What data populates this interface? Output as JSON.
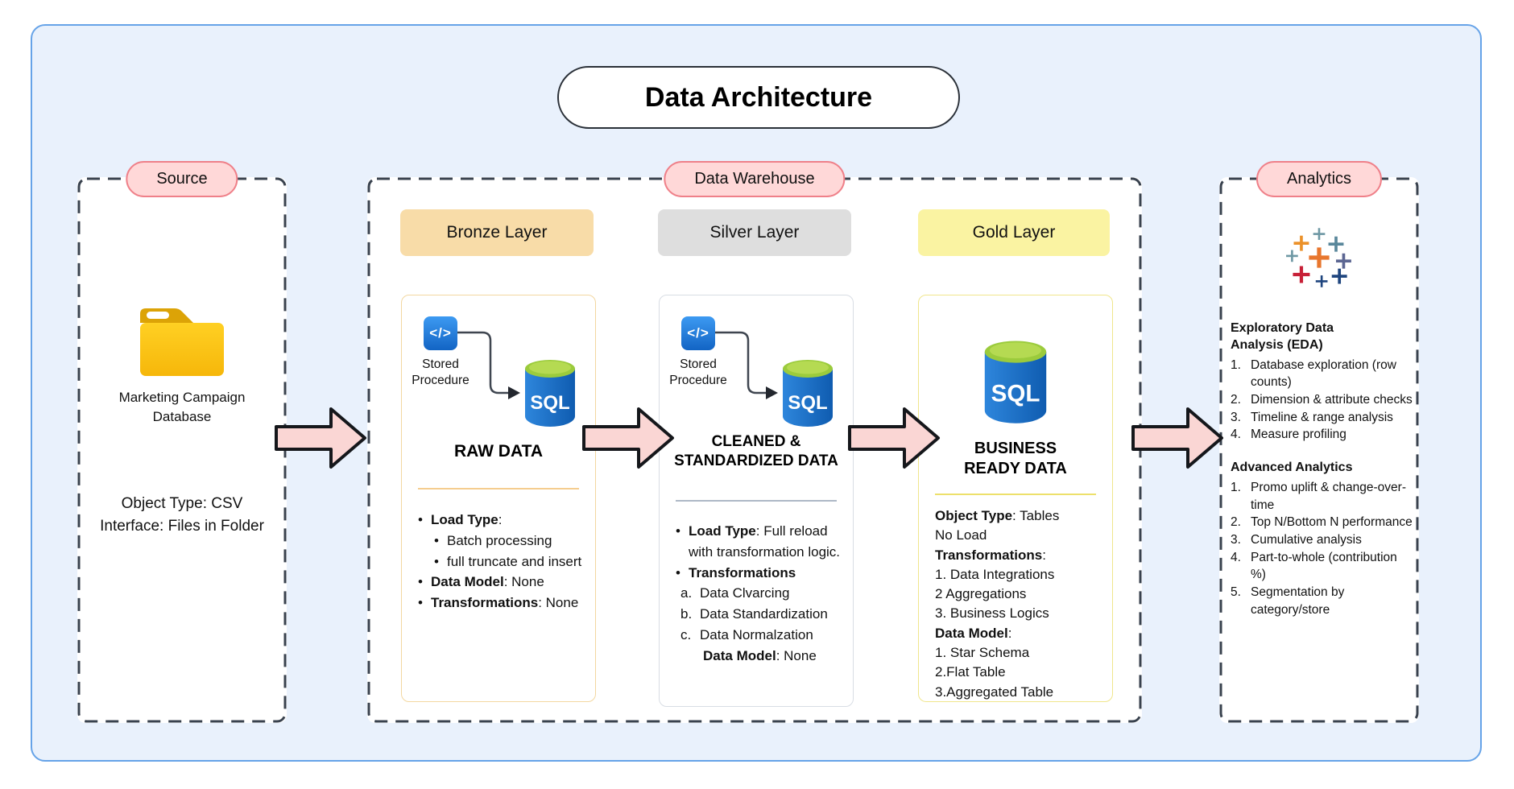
{
  "title": "Data Architecture",
  "source": {
    "pill": "Source",
    "item_label": "Marketing Campaign Database",
    "detail_line1": "Object Type: CSV",
    "detail_line2": "Interface: Files in Folder"
  },
  "warehouse": {
    "pill": "Data Warehouse",
    "bronze": {
      "header": "Bronze Layer",
      "sp_glyph": "</>",
      "sp_label": "Stored Procedure",
      "sql_text": "SQL",
      "title": "RAW DATA",
      "items": [
        {
          "m": "•",
          "b": "Load Type",
          "t": ":"
        },
        {
          "m": "•",
          "t": "Batch processing",
          "ind": 1
        },
        {
          "m": "•",
          "t": "full truncate and insert",
          "ind": 1
        },
        {
          "m": "•",
          "b": "Data Model",
          "t": ": None"
        },
        {
          "m": "•",
          "b": "Transformations",
          "t": ": None"
        }
      ]
    },
    "silver": {
      "header": "Silver Layer",
      "sp_glyph": "</>",
      "sp_label": "Stored Procedure",
      "sql_text": "SQL",
      "title": "CLEANED & STANDARDIZED DATA",
      "items": [
        {
          "m": "•",
          "b": "Load Type",
          "t": ": Full reload with transformation logic."
        },
        {
          "m": "•",
          "b": "Transformations",
          "t": ""
        },
        {
          "m": "a.",
          "t": "Data Clvarcing",
          "ind": 1
        },
        {
          "m": "b.",
          "t": "Data Standardization",
          "ind": 1
        },
        {
          "m": "c.",
          "t": "Data Normalzation",
          "ind": 1
        },
        {
          "b": "Data Model",
          "t": ": None",
          "ind": 2
        }
      ]
    },
    "gold": {
      "header": "Gold Layer",
      "sql_text": "SQL",
      "title": "BUSINESS READY DATA",
      "items": [
        {
          "b": "Object Type",
          "t": ":  Tables"
        },
        {
          "t": "No Load"
        },
        {
          "b": "Transformations",
          "t": ":"
        },
        {
          "t": "1.  Data Integrations"
        },
        {
          "t": "2 Aggregations"
        },
        {
          "t": "3. Business Logics"
        },
        {
          "b": "Data Model",
          "t": ":"
        },
        {
          "t": "1. Star Schema"
        },
        {
          "t": "2.Flat Table"
        },
        {
          "t": "3.Aggregated Table"
        }
      ]
    }
  },
  "analytics": {
    "pill": "Analytics",
    "eda_heading": "Exploratory Data Analysis (EDA)",
    "eda_items": [
      {
        "m": "1.",
        "t": "Database exploration (row counts)"
      },
      {
        "m": "2.",
        "t": "Dimension & attribute checks"
      },
      {
        "m": "3.",
        "t": "Timeline & range analysis"
      },
      {
        "m": "4.",
        "t": "Measure profiling"
      }
    ],
    "adv_heading": "Advanced Analytics",
    "adv_items": [
      {
        "m": "1.",
        "t": "Promo uplift & change-over-time"
      },
      {
        "m": "2.",
        "t": "Top N/Bottom N performance"
      },
      {
        "m": "3.",
        "t": "Cumulative analysis"
      },
      {
        "m": "4.",
        "t": "Part-to-whole (contribution %)"
      },
      {
        "m": "5.",
        "t": "Segmentation by category/store"
      }
    ]
  },
  "colors": {
    "frame_bg": "#E9F1FC",
    "frame_border": "#66A3E8",
    "pill_bg": "#FFD8D8",
    "pill_border": "#EF8089",
    "bronze_header_bg": "#F8DCA8",
    "silver_header_bg": "#DEDEDE",
    "gold_header_bg": "#FAF3A2",
    "arrow_fill": "#FAD6D4",
    "sql_blue": "#1268C3",
    "sql_green": "#9BCB3C",
    "stored_proc_blue": "#1E79DB",
    "folder_yellow": "#FFC81E"
  }
}
